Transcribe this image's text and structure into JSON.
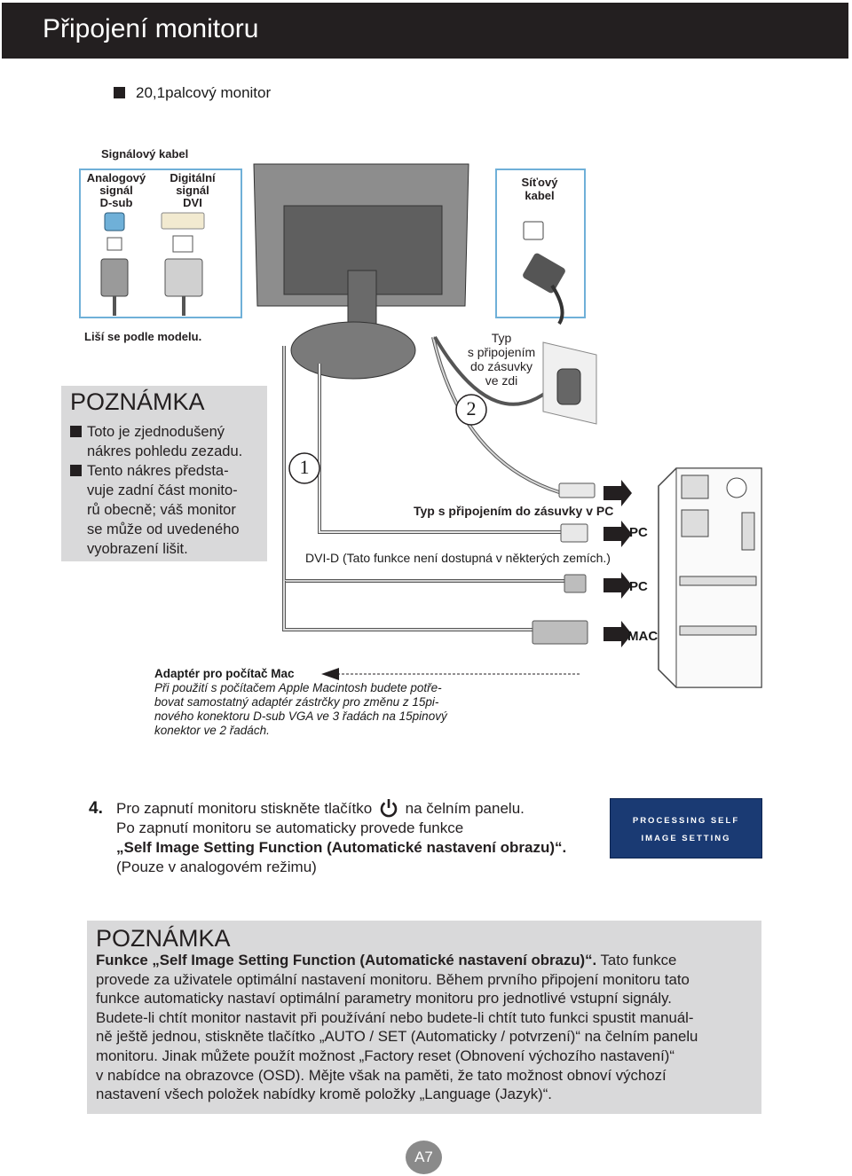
{
  "header": {
    "title": "Připojení monitoru"
  },
  "model": {
    "label": "20,1palcový monitor"
  },
  "cables": {
    "signal_cable": "Signálový kabel",
    "analog_line1": "Analogový",
    "analog_line2": "signál",
    "analog_line3": "D-sub",
    "digital_line1": "Digitální",
    "digital_line2": "signál",
    "digital_line3": "DVI",
    "power_line1": "Síťový",
    "power_line2": "kabel",
    "varies": "Liší se podle modelu."
  },
  "note1": {
    "title": "POZNÁMKA",
    "items": [
      "Toto je zjednodušený nákres pohledu zezadu.",
      "Tento nákres představuje zadní část monitorů obecně; váš monitor se může od uvedeného vyobrazení lišit."
    ],
    "item1_lines": [
      "Toto je zjednodušený",
      "nákres pohledu zezadu."
    ],
    "item2_lines": [
      "Tento nákres předsta-",
      "vuje zadní část monito-",
      "rů obecně; váš monitor",
      "se může od uvedeného",
      "vyobrazení lišit."
    ]
  },
  "diagram": {
    "num1": "1",
    "num2": "2",
    "wall_line1": "Typ",
    "wall_line2": "s připojením",
    "wall_line3": "do zásuvky",
    "wall_line4": "ve zdi",
    "pc_outlet": "Typ s připojením do zásuvky v PC",
    "pc1": "PC",
    "dvi_note": "DVI-D (Tato funkce není dostupná v některých zemích.)",
    "pc2": "PC",
    "mac": "MAC"
  },
  "mac_adapter": {
    "title": "Adaptér pro počítač Mac",
    "lines": [
      "Při použití s počítačem Apple Macintosh budete potře-",
      "bovat samostatný adaptér zástrčky pro změnu z 15pi-",
      "nového konektoru D-sub VGA ve 3 řadách na 15pinový",
      "konektor ve 2 řadách."
    ]
  },
  "step4": {
    "number": "4.",
    "line1_a": "Pro zapnutí monitoru stiskněte tlačítko",
    "line1_b": "na čelním panelu.",
    "line2": "Po zapnutí monitoru se automaticky provede funkce",
    "line3": "„Self Image Setting Function (Automatické nastavení obrazu)“.",
    "line4": "(Pouze v analogovém režimu)"
  },
  "osd": {
    "line1": "PROCESSING SELF",
    "line2": "IMAGE SETTING"
  },
  "note2": {
    "title": "POZNÁMKA",
    "bold_intro": "Funkce „Self Image Setting Function (Automatické nastavení obrazu)“.",
    "lines": [
      "Tato funkce",
      "provede za uživatele optimální nastavení monitoru. Během prvního připojení monitoru tato",
      "funkce automaticky nastaví optimální parametry monitoru pro jednotlivé vstupní signály.",
      "Budete-li chtít monitor nastavit při používání nebo budete-li chtít tuto funkci spustit manuál-",
      "ně ještě jednou, stiskněte tlačítko „AUTO / SET (Automaticky / potvrzení)“ na čelním panelu",
      "monitoru. Jinak můžete použít možnost „Factory reset (Obnovení výchozího nastavení)“",
      "v nabídce na obrazovce (OSD). Mějte však na paměti, že tato možnost obnoví výchozí",
      "nastavení všech položek nabídky kromě položky „Language (Jazyk)“."
    ]
  },
  "page": {
    "number": "A7"
  }
}
